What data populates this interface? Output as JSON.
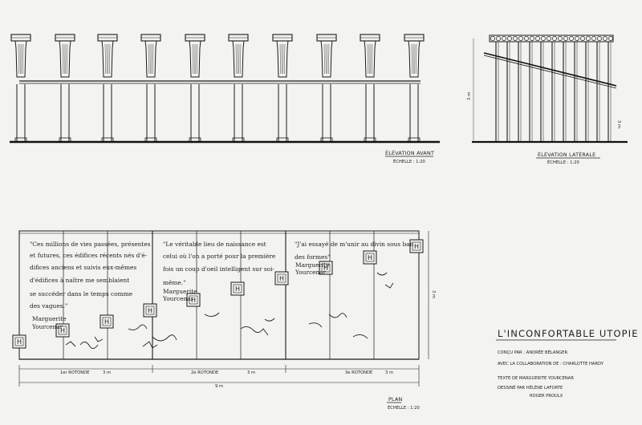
{
  "drawing": {
    "front_elevation": {
      "label": "ÉLÉVATION AVANT",
      "scale": "ÉCHELLE : 1:20"
    },
    "side_elevation": {
      "label": "ÉLÉVATION LATÉRALE",
      "scale": "ÉCHELLE : 1:20",
      "height_dim": "3 m"
    },
    "plan": {
      "label": "PLAN",
      "scale": "ÉCHELLE : 1:20",
      "dims": [
        "1er ROTONDE",
        "3 m",
        "2e ROTONDE",
        "3 m",
        "3e ROTONDE",
        "3 m"
      ],
      "total_dim": "9 m",
      "depth_dim": "3 m",
      "marker_letter": "H",
      "quotes": [
        {
          "lines": [
            "\"Ces millions de vies passées, présentes",
            "et futures, ces édifices récents nés d'é-",
            "difices anciens et suivis eux-mêmes",
            "d'édifices à naître me semblaient",
            "se succéder dans le temps comme",
            "des vagues.\""
          ],
          "author": [
            "Marguerite",
            "Yourcenar"
          ]
        },
        {
          "lines": [
            "\"Le véritable lieu de naissance est",
            "celui où l'on a porté pour la première",
            "fois un coup d'oeil intelligent sur soi-",
            "même.\""
          ],
          "author": [
            "Marguerite",
            "Yourcenar"
          ]
        },
        {
          "lines": [
            "\"J'ai essayé de m'unir au divin sous ban",
            "des formes\""
          ],
          "author": [
            "Marguerite",
            "Yourcenar"
          ]
        }
      ]
    },
    "title_block": {
      "title": "L'INCONFORTABLE UTOPIE",
      "credits": [
        "CONÇU PAR :   ANDRÉE BÉLANGER",
        "AVEC LA COLLABORATION DE : CHARLOTTE HARDY",
        "TEXTE DE   MARGUERITE YOURCENAR",
        "DESSINÉ PAR   HÉLÈNE LAFORTE",
        "ROGER PROULX"
      ]
    }
  }
}
